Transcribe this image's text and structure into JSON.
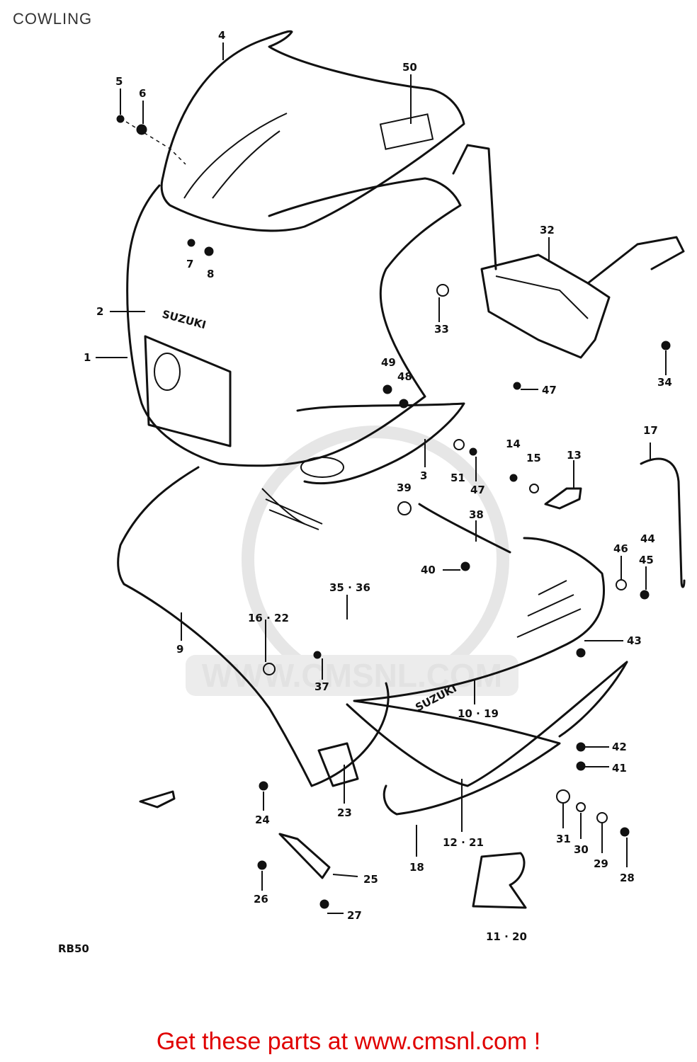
{
  "page_title": "COWLING",
  "diagram_code": "RB50",
  "brand_mark_upper": "SUZUKI",
  "brand_mark_lower": "SUZUKI",
  "watermark": "WWW.CMSNL.COM",
  "footer_text": "Get these parts at www.cmsnl.com !",
  "colors": {
    "footer": "#e00000",
    "line": "#111111",
    "watermark": "#e6e6e6"
  },
  "callouts": {
    "c1": "1",
    "c2": "2",
    "c3": "3",
    "c4": "4",
    "c5": "5",
    "c6": "6",
    "c7": "7",
    "c8": "8",
    "c9": "9",
    "c10_19": "10 · 19",
    "c11_20": "11 · 20",
    "c12_21": "12 · 21",
    "c13": "13",
    "c14": "14",
    "c15": "15",
    "c16_22": "16 · 22",
    "c17": "17",
    "c18": "18",
    "c23": "23",
    "c24": "24",
    "c25": "25",
    "c26": "26",
    "c27": "27",
    "c28": "28",
    "c29": "29",
    "c30": "30",
    "c31": "31",
    "c32": "32",
    "c33": "33",
    "c34": "34",
    "c35_36": "35 · 36",
    "c37": "37",
    "c38": "38",
    "c39": "39",
    "c40": "40",
    "c41": "41",
    "c42": "42",
    "c43": "43",
    "c44": "44",
    "c45": "45",
    "c46": "46",
    "c47a": "47",
    "c47b": "47",
    "c48": "48",
    "c49": "49",
    "c50": "50",
    "c51": "51"
  }
}
